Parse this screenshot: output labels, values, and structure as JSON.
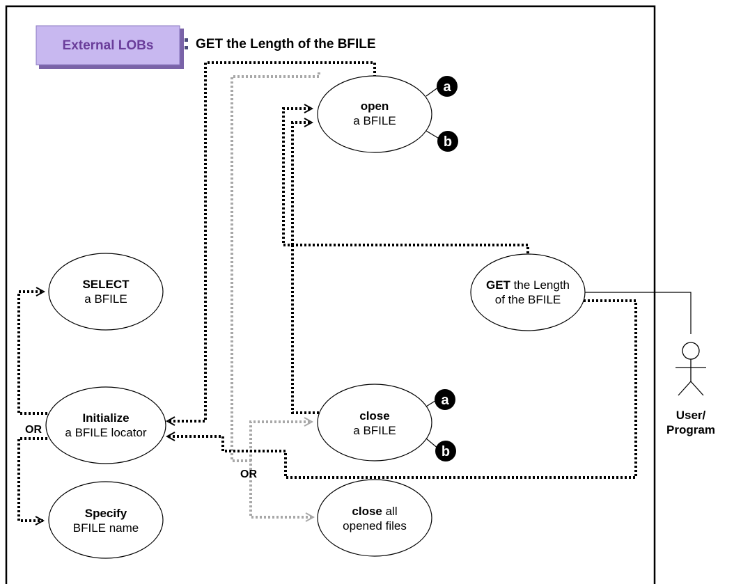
{
  "header": {
    "tag_label": "External LOBs",
    "separator": ":",
    "title": "GET the Length of the BFILE"
  },
  "nodes": {
    "open": {
      "bold": "open",
      "line2": "a BFILE"
    },
    "select": {
      "bold": "SELECT",
      "line2": "a BFILE"
    },
    "get_length": {
      "bold": "GET",
      "line1_rest": " the Length",
      "line2": "of the BFILE"
    },
    "initialize": {
      "bold": "Initialize",
      "line2": "a BFILE locator"
    },
    "close": {
      "bold": "close",
      "line2": "a BFILE"
    },
    "specify": {
      "bold": "Specify",
      "line2": "BFILE name"
    },
    "close_all": {
      "bold": "close",
      "line1_rest": " all",
      "line2": "opened files"
    }
  },
  "badges": {
    "a": "a",
    "b": "b"
  },
  "or_labels": {
    "left": "OR",
    "center": "OR"
  },
  "actor": {
    "line1": "User/",
    "line2": "Program"
  },
  "colors": {
    "tag_fill": "#c8b8f0",
    "tag_text": "#6a3d9a",
    "gray_line": "#a8a8a8"
  }
}
